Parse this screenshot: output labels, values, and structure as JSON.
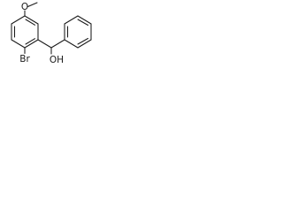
{
  "molecule": {
    "atom_labels": {
      "methoxy_oxygen": "O",
      "bromine": "Br",
      "hydroxyl": "OH"
    },
    "colors": {
      "bond": "#1a1a1a",
      "text": "#1a1a1a",
      "background": "#ffffff"
    }
  }
}
